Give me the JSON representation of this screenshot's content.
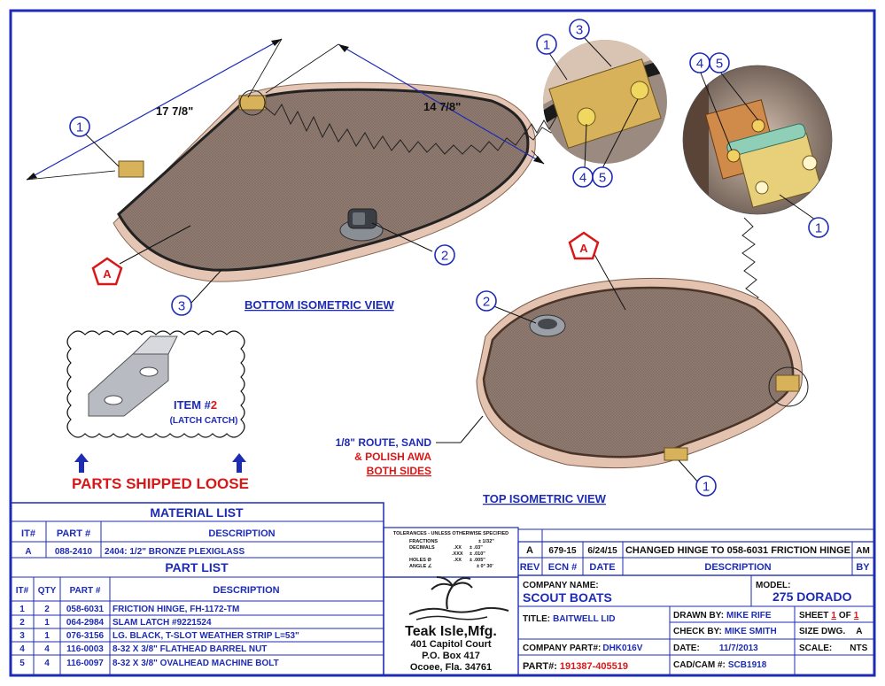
{
  "views": {
    "bottom_label": "BOTTOM ISOMETRIC VIEW",
    "top_label": "TOP ISOMETRIC VIEW"
  },
  "dimensions": {
    "length": "17 7/8\"",
    "width": "14 7/8\""
  },
  "callouts": {
    "one": "1",
    "two": "2",
    "three": "3",
    "four": "4",
    "five": "5",
    "section_letter": "A"
  },
  "loose_item": {
    "item_label": "ITEM  #",
    "item_number": "2",
    "item_desc": "(LATCH CATCH)",
    "shipped_label": "PARTS SHIPPED LOOSE"
  },
  "route_note": {
    "line1": "1/8\" ROUTE, SAND",
    "line2": "& POLISH AWA",
    "line3": "BOTH SIDES"
  },
  "material_list": {
    "title": "MATERIAL LIST",
    "headers": [
      "IT#",
      "PART #",
      "DESCRIPTION"
    ],
    "rows": [
      [
        "A",
        "088-2410",
        "2404: 1/2\" BRONZE PLEXIGLASS"
      ]
    ]
  },
  "part_list": {
    "title": "PART LIST",
    "headers": [
      "IT#",
      "QTY",
      "PART #",
      "DESCRIPTION"
    ],
    "rows": [
      [
        "1",
        "2",
        "058-6031",
        "FRICTION HINGE, FH-1172-TM"
      ],
      [
        "2",
        "1",
        "064-2984",
        "SLAM LATCH #9221524"
      ],
      [
        "3",
        "1",
        "076-3156",
        "LG. BLACK, T-SLOT WEATHER STRIP   L=53\""
      ],
      [
        "4",
        "4",
        "116-0003",
        "8-32 X 3/8\" FLATHEAD BARREL NUT"
      ],
      [
        "5",
        "4",
        "116-0097",
        "8-32 X 3/8\" OVALHEAD MACHINE BOLT"
      ]
    ]
  },
  "tolerances": {
    "title": "TOLERANCES - UNLESS OTHERWISE SPECIFIED",
    "rows": [
      [
        "FRACTIONS",
        "",
        "± 1/32\""
      ],
      [
        "DECIMALS",
        ".XX",
        "± .03\""
      ],
      [
        "",
        ".XXX",
        "± .010\""
      ],
      [
        "HOLES  Ø",
        ".XX",
        "± .005\""
      ],
      [
        "ANGLE  ∠",
        "",
        "± 0° 30'"
      ]
    ]
  },
  "revision": {
    "row": [
      "A",
      "679-15",
      "6/24/15",
      "CHANGED HINGE TO 058-6031 FRICTION HINGE",
      "AM"
    ],
    "headers": [
      "REV",
      "ECN #",
      "DATE",
      "DESCRIPTION",
      "BY"
    ]
  },
  "company": {
    "logo_text": "Teak Isle,Mfg.",
    "address1": "401 Capitol Court",
    "address2": "P.O. Box 417",
    "address3": "Ocoee, Fla. 34761"
  },
  "title_block": {
    "company_name_label": "COMPANY NAME:",
    "company_name": "SCOUT BOATS",
    "model_label": "MODEL:",
    "model": "275 DORADO",
    "title_label": "TITLE:",
    "title": "BAITWELL LID",
    "drawn_label": "DRAWN BY:",
    "drawn": "MIKE RIFE",
    "sheet_label": "SHEET",
    "sheet_num": "1",
    "sheet_of": "OF",
    "sheet_total": "1",
    "check_label": "CHECK BY:",
    "check": "MIKE SMITH",
    "size_label": "SIZE DWG.",
    "size": "A",
    "cpart_label": "COMPANY PART#:",
    "cpart": "DHK016V",
    "date_label": "DATE:",
    "date": "11/7/2013",
    "scale_label": "SCALE:",
    "scale": "NTS",
    "part_label": "PART#:",
    "part": "191387-405519",
    "cad_label": "CAD/CAM #:",
    "cad": "SCB1918"
  },
  "colors": {
    "border": "#1d2bb5",
    "accent_red": "#d81818",
    "lid_fill": "#8f7a6e",
    "rim": "#d9b9a6"
  }
}
